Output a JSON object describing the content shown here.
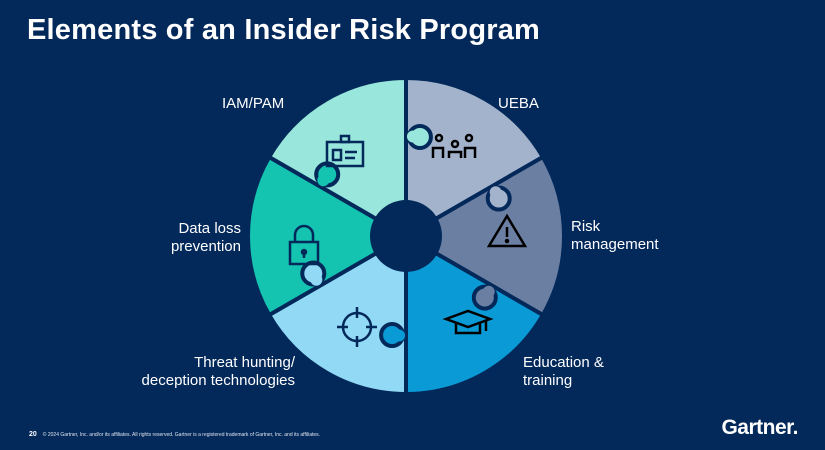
{
  "title": "Elements of an Insider Risk Program",
  "colors": {
    "background": "#03285a",
    "inner": "#03285a"
  },
  "segments": [
    {
      "label": "UEBA",
      "icon": "people-group-icon",
      "color": "#a3b3cc"
    },
    {
      "label": "Risk\nmanagement",
      "icon": "warning-triangle-icon",
      "color": "#6b7fa3"
    },
    {
      "label": "Education &\ntraining",
      "icon": "graduation-cap-icon",
      "color": "#0a9bd6"
    },
    {
      "label": "Threat hunting/\ndeception technologies",
      "icon": "crosshair-icon",
      "color": "#92d9f5"
    },
    {
      "label": "Data loss\nprevention",
      "icon": "lock-icon",
      "color": "#14c3b0"
    },
    {
      "label": "IAM/PAM",
      "icon": "id-badge-icon",
      "color": "#98e6dc"
    }
  ],
  "footer": {
    "page": "20",
    "copyright": "© 2024 Gartner, Inc. and/or its affiliates. All rights reserved. Gartner is a registered trademark of Gartner, Inc. and its affiliates."
  },
  "logo": "Gartner."
}
